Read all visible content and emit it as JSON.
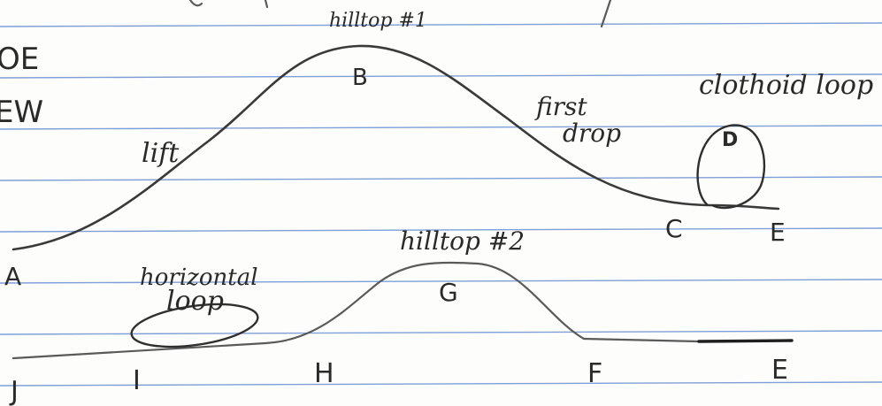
{
  "notes": {
    "top_left_fragment_1": "OE",
    "top_left_fragment_2": "EW"
  },
  "upper_track": {
    "hilltop_label": "hilltop #1",
    "lift_label": "lift",
    "first_drop_label_1": "first",
    "first_drop_label_2": "drop",
    "loop_label": "clothoid loop",
    "points": {
      "A": "A",
      "B": "B",
      "C": "C",
      "D": "D",
      "E": "E"
    }
  },
  "lower_track": {
    "hilltop_label": "hilltop #2",
    "horizontal_loop_label_1": "horizontal",
    "horizontal_loop_label_2": "loop",
    "points": {
      "G": "G",
      "H": "H",
      "I": "I",
      "F": "F",
      "E": "E",
      "J": "J"
    }
  },
  "colors": {
    "ruled_lines": "#7f9fd6",
    "ink": "#2a2a2a",
    "paper": "#fdfdfb"
  }
}
